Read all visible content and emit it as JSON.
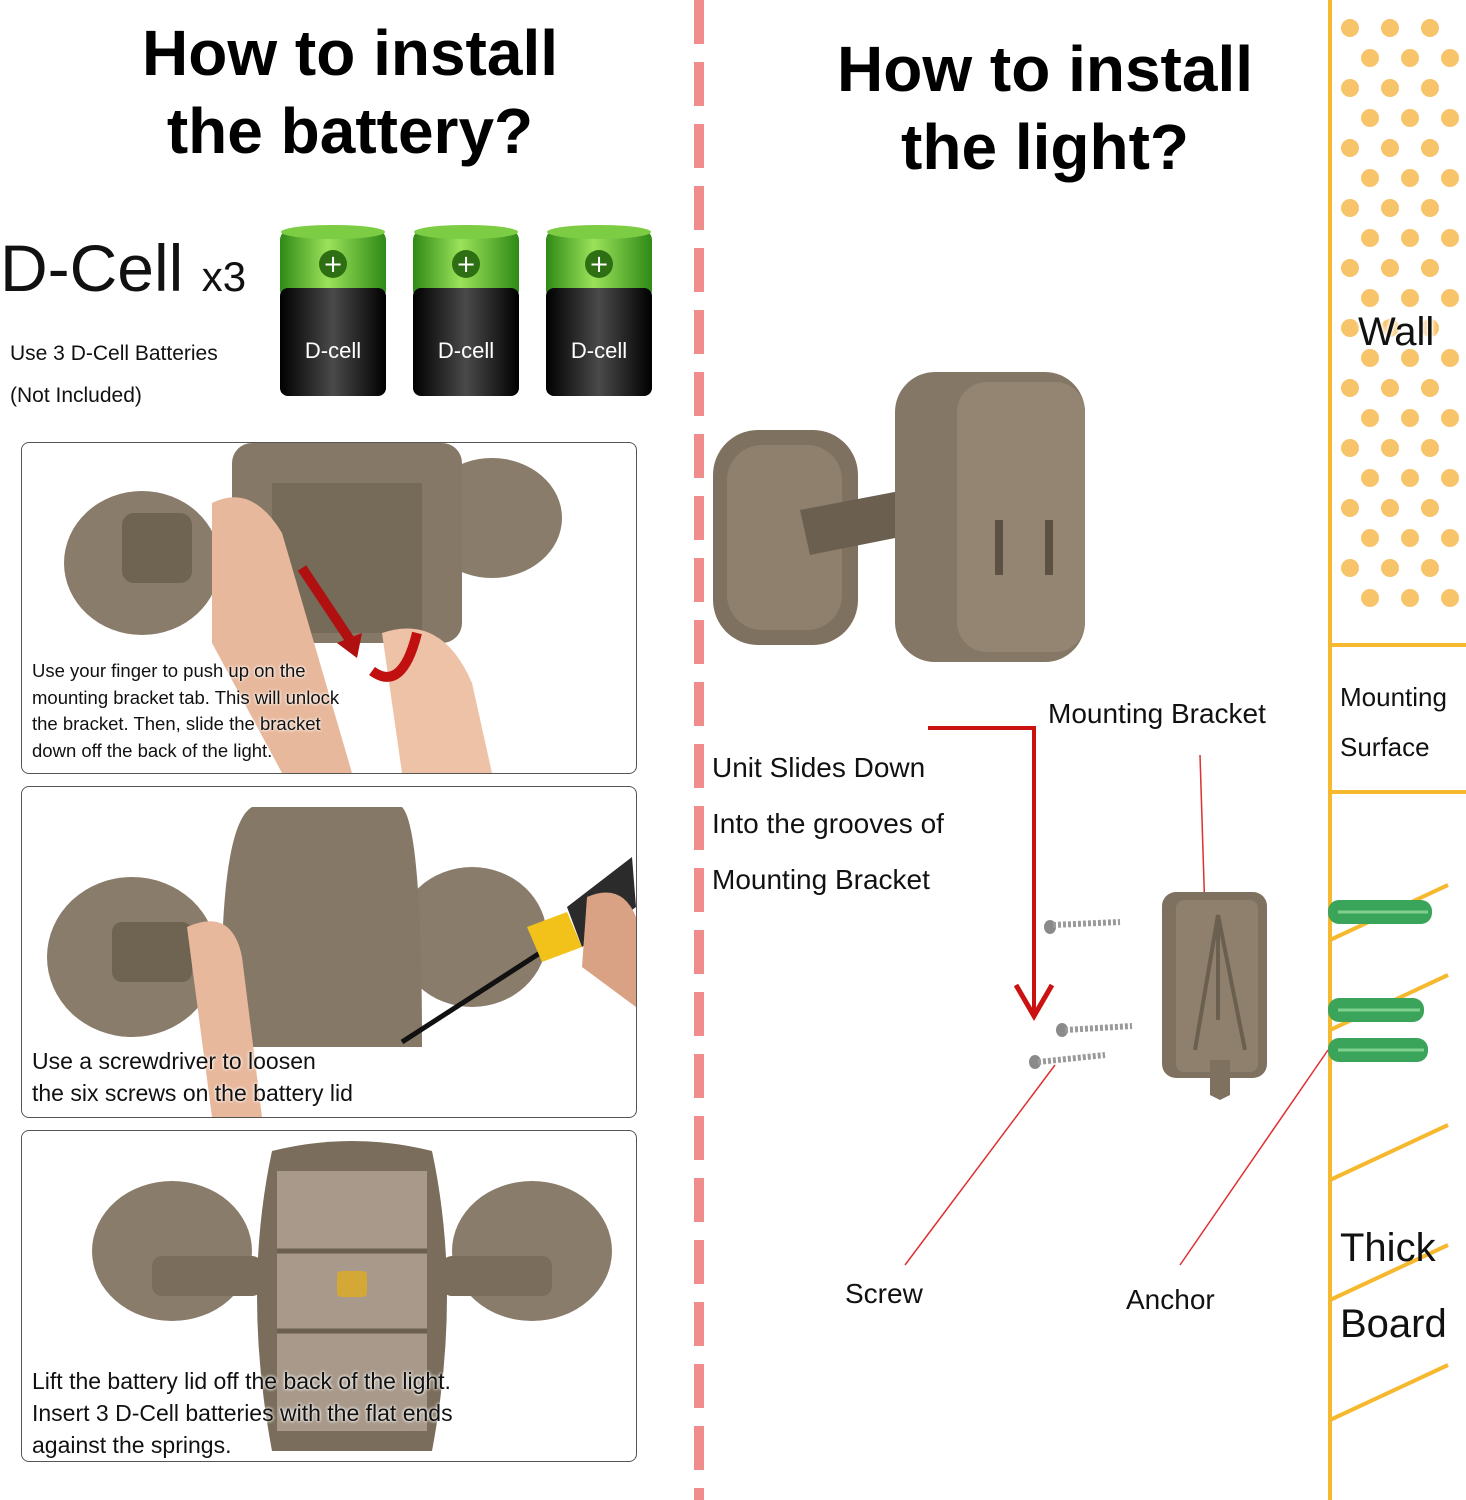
{
  "left": {
    "title_line1": "How to install",
    "title_line2": "the battery?",
    "dcell_label": "D-Cell",
    "dcell_count": "x3",
    "battery_label": "D-cell",
    "battery_note_1": "Use 3 D-Cell Batteries",
    "battery_note_2": "(Not Included)",
    "steps": [
      {
        "line1": "Use your finger to push up on the",
        "line2": "mounting bracket tab. This will unlock",
        "line3": "the bracket. Then, slide the bracket",
        "line4": "down off the back of the light."
      },
      {
        "line1": "Use a screwdriver to loosen",
        "line2": "the six screws on the battery lid"
      },
      {
        "line1": "Lift the battery lid off the back of the light.",
        "line2": "Insert 3 D-Cell batteries with the flat ends",
        "line3": "against the springs."
      }
    ]
  },
  "right": {
    "title_line1": "How to install",
    "title_line2": "the light?",
    "instruction_1": "Unit Slides Down",
    "instruction_2": "Into the grooves of",
    "instruction_3": "Mounting Bracket",
    "bracket_label": "Mounting Bracket",
    "screw_label": "Screw",
    "anchor_label": "Anchor",
    "wall_label": "Wall",
    "surface_line1": "Mounting",
    "surface_line2": "Surface",
    "board_line1": "Thick",
    "board_line2": "Board"
  },
  "colors": {
    "divider": "#f08c8c",
    "wall_strip": "#f5b82e",
    "dots": "#f7c46a",
    "arrow": "#cc1111",
    "leader": "#e03030",
    "anchor": "#3aa45a",
    "battery_top": "#5fbf2a",
    "product": "#7d6f5e"
  }
}
